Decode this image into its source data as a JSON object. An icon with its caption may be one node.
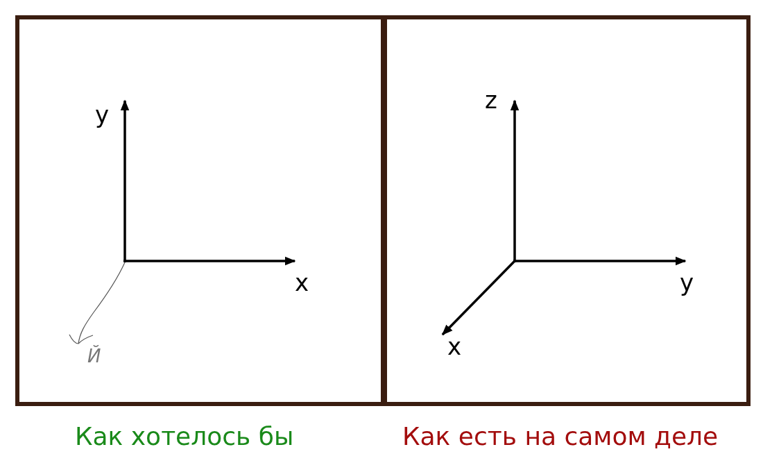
{
  "diagram": {
    "nodes": [
      {
        "text": [
          "Как хотелось бы"
        ]
      },
      {
        "text": [
          "Как есть на самом деле"
        ]
      }
    ],
    "labels": [
      "y",
      "x",
      "Й",
      "z",
      "y",
      "x"
    ]
  }
}
